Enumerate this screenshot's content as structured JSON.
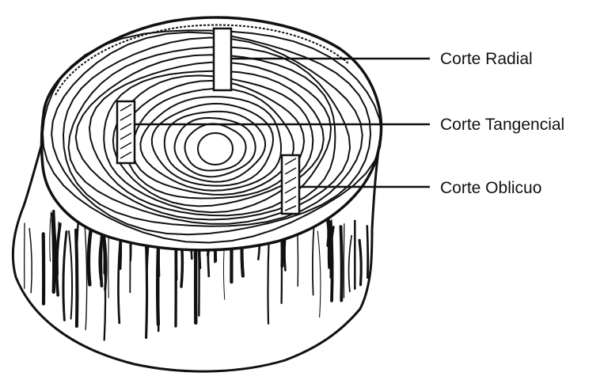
{
  "labels": {
    "radial": "Corte Radial",
    "tangencial": "Corte Tangencial",
    "oblicuo": "Corte Oblicuo"
  },
  "colors": {
    "ink": "#111111",
    "background": "#ffffff"
  }
}
